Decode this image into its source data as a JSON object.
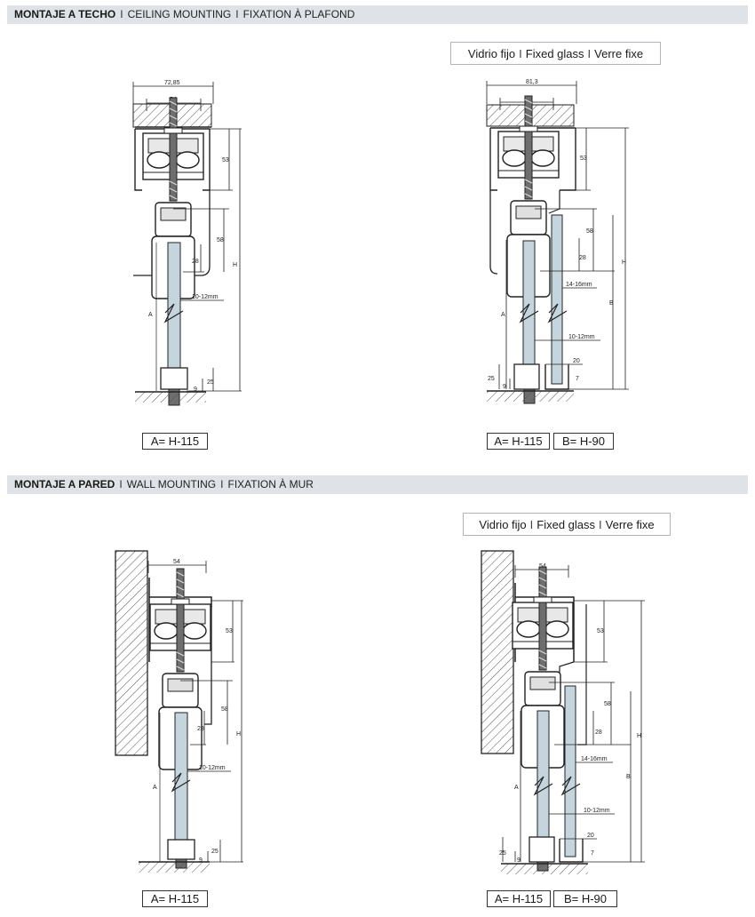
{
  "sections": [
    {
      "title_bold": "MONTAJE A TECHO",
      "title_en": "CEILING MOUNTING",
      "title_fr": "FIXATION À PLAFOND"
    },
    {
      "title_bold": "MONTAJE A PARED",
      "title_en": "WALL MOUNTING",
      "title_fr": "FIXATION À MUR"
    }
  ],
  "separator": "I",
  "fixed_glass": {
    "es": "Vidrio fijo",
    "en": "Fixed glass",
    "fr": "Verre fixe"
  },
  "formulas": {
    "a": "A= H-115",
    "b": "B= H-90"
  },
  "dims": {
    "ceiling_width_single": "72,85",
    "ceiling_width_double": "81,3",
    "profile_width": "54",
    "track_height": "53",
    "carriage_height": "58",
    "clamp_height": "28",
    "glass_thickness_sliding": "10-12mm",
    "glass_thickness_fixed": "14-16mm",
    "floor_guide": "25",
    "floor_gap": "9",
    "fixed_channel": "20",
    "fixed_gap": "7",
    "label_h": "H",
    "label_a": "A",
    "label_b": "B"
  }
}
